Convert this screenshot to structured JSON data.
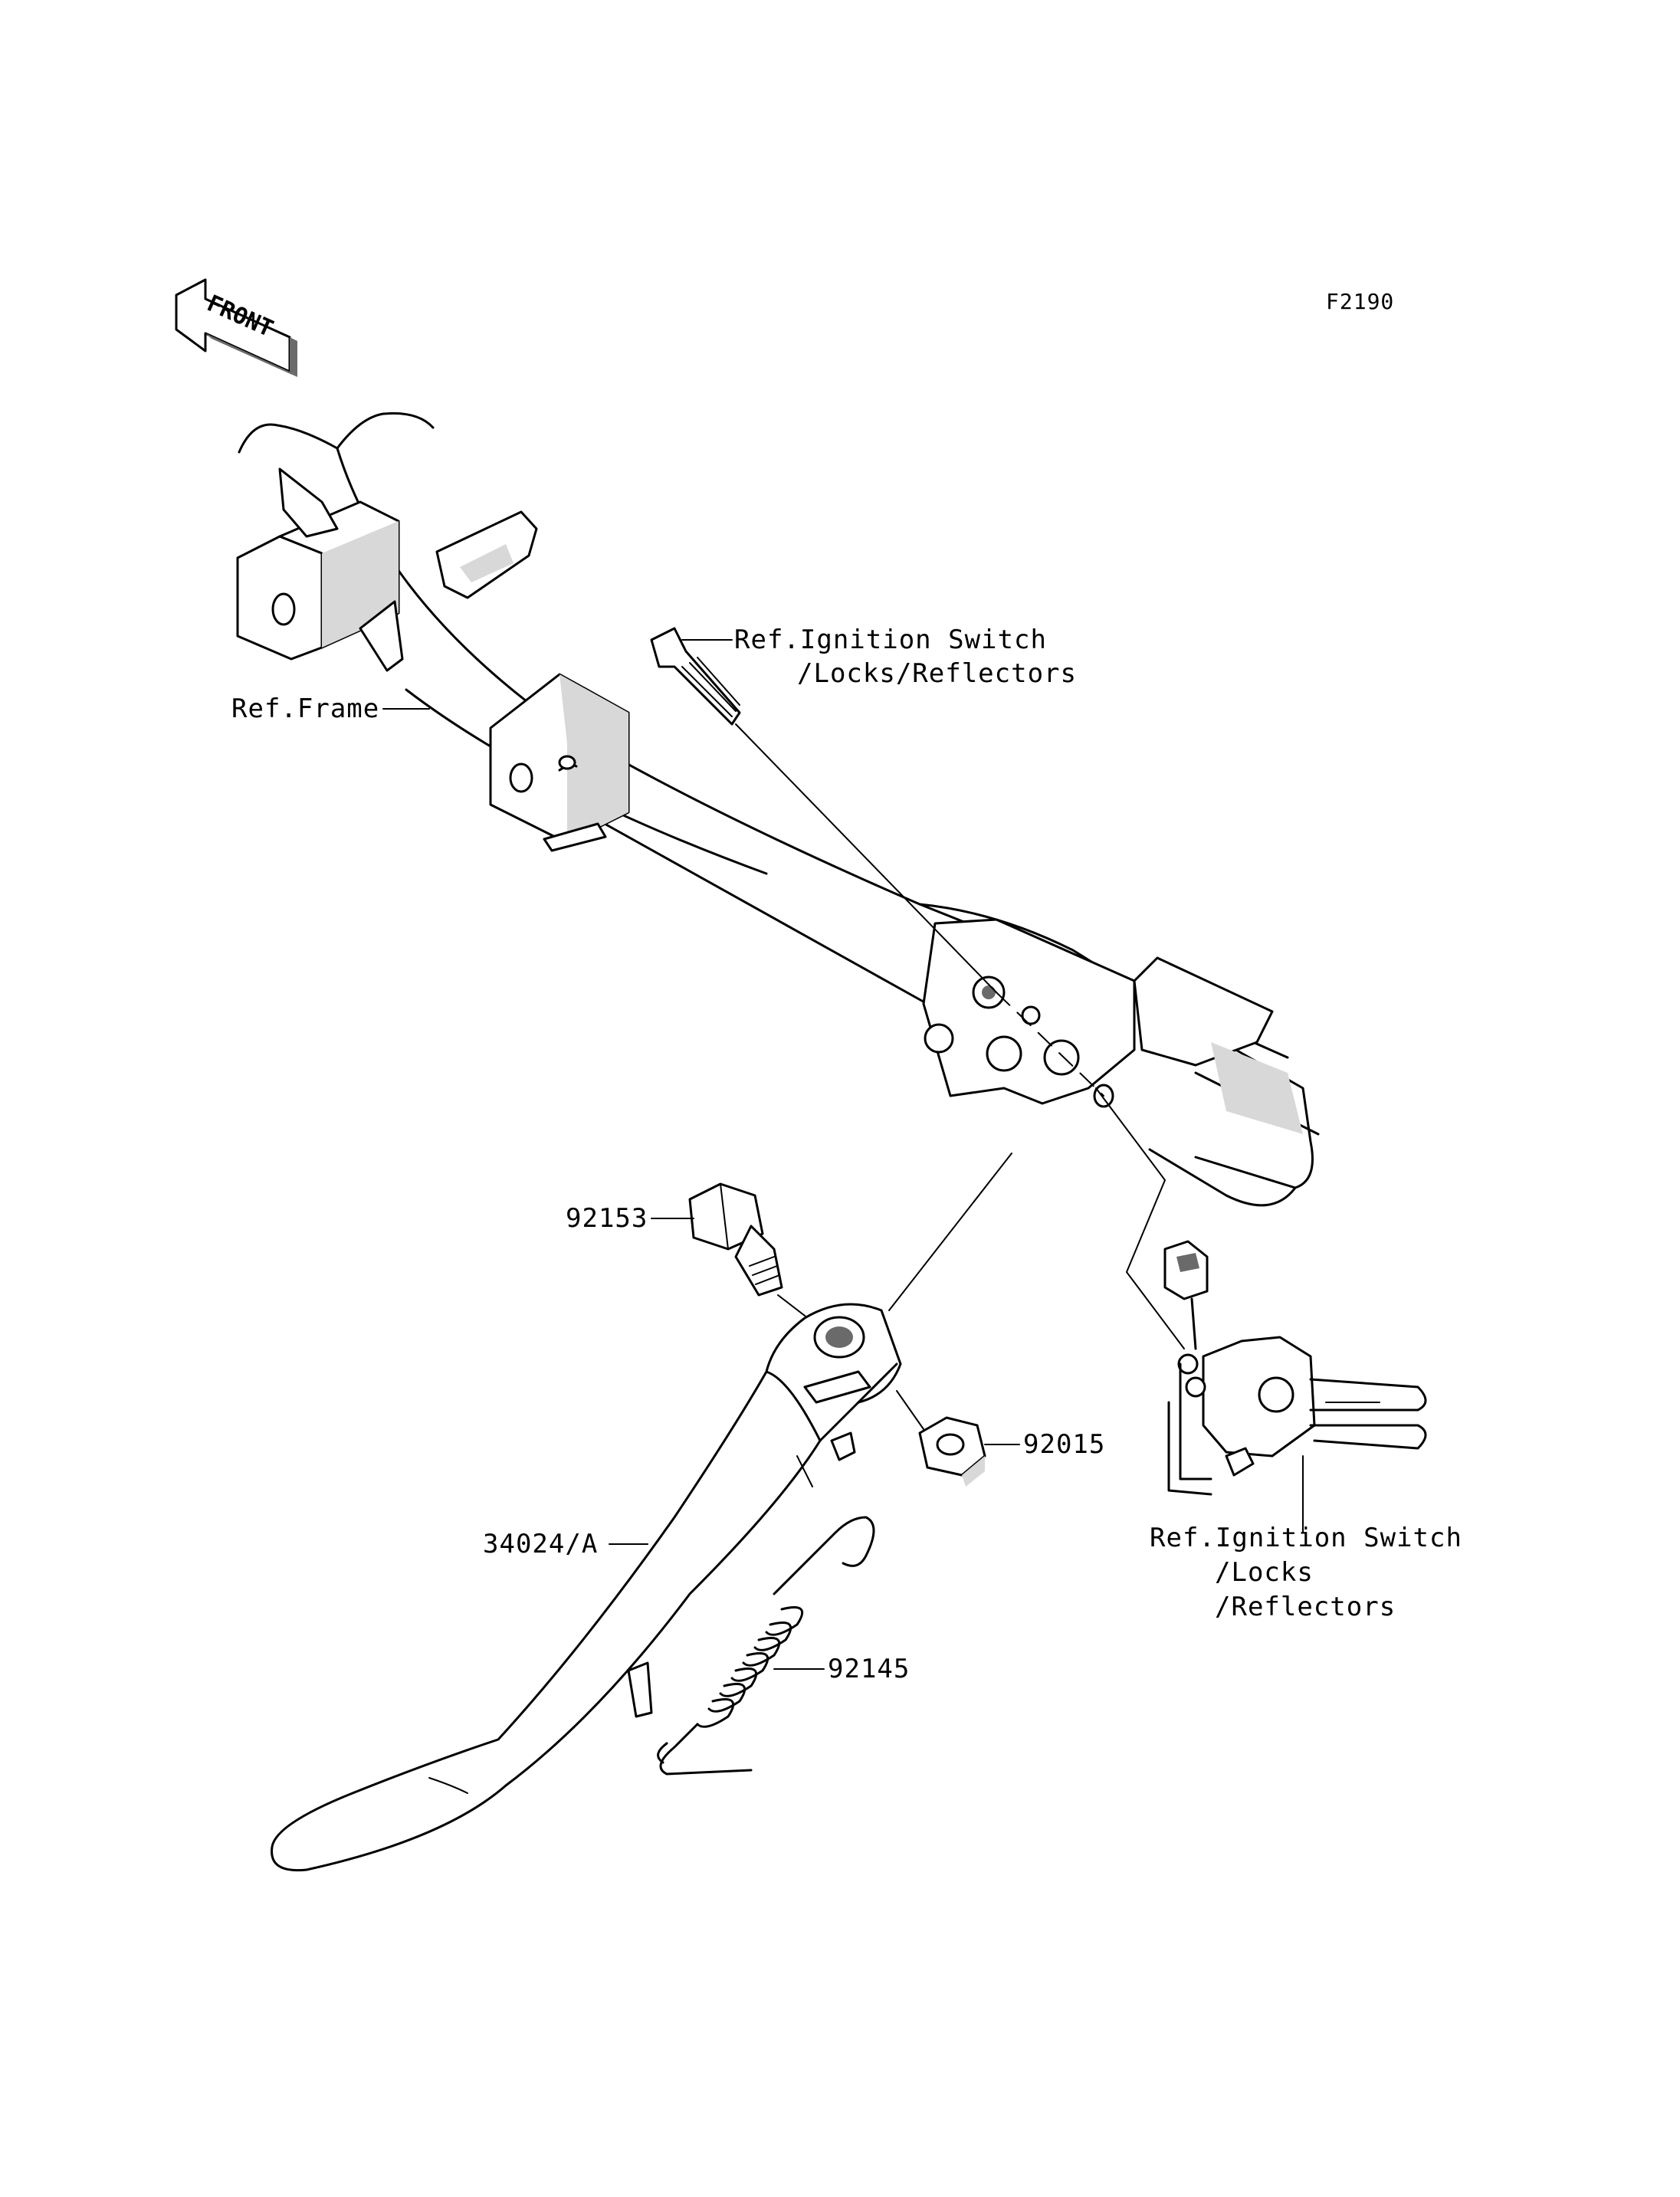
{
  "figure_code": "F2190",
  "front_arrow": {
    "text": "FRONT"
  },
  "callouts": {
    "ref_ignition_top": {
      "line1": "Ref.Ignition Switch",
      "line2": "/Locks/Reflectors"
    },
    "ref_frame": {
      "text": "Ref.Frame"
    },
    "part_92153": {
      "text": "92153"
    },
    "part_92015": {
      "text": "92015"
    },
    "part_34024a": {
      "text": "34024/A"
    },
    "part_92145": {
      "text": "92145"
    },
    "ref_ignition_bottom": {
      "line1": "Ref.Ignition Switch",
      "line2": "/Locks",
      "line3": "/Reflectors"
    }
  },
  "colors": {
    "ink": "#000000",
    "background": "#ffffff"
  }
}
